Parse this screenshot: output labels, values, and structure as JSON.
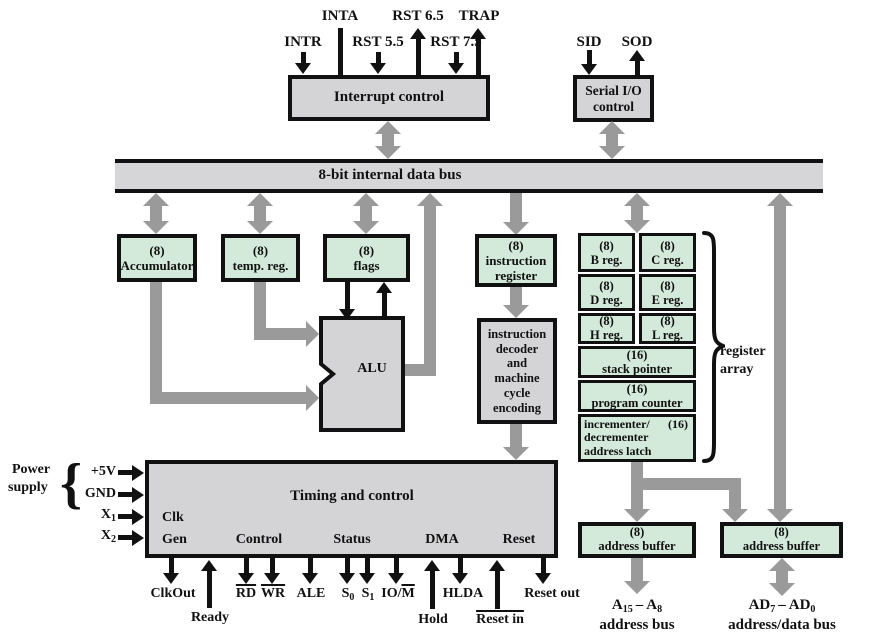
{
  "diagram": {
    "top": {
      "intr": "INTR",
      "inta": "INTA",
      "rst55": "RST 5.5",
      "rst65": "RST 6.5",
      "rst75": "RST 7.5",
      "trap": "TRAP",
      "sid": "SID",
      "sod": "SOD",
      "interrupt_control": "Interrupt control",
      "serial_io_line1": "Serial I/O",
      "serial_io_line2": "control"
    },
    "bus": {
      "label": "8-bit internal data bus"
    },
    "registers": {
      "accumulator": {
        "size": "(8)",
        "name": "Accumulator"
      },
      "temp_reg": {
        "size": "(8)",
        "name": "temp. reg."
      },
      "flags": {
        "size": "(8)",
        "name": "flags"
      },
      "instruction_register": {
        "size": "(8)",
        "name_line1": "instruction",
        "name_line2": "register"
      },
      "alu": "ALU",
      "decoder_lines": [
        "instruction",
        "decoder",
        "and",
        "machine",
        "cycle",
        "encoding"
      ]
    },
    "register_array": {
      "label_line1": "register",
      "label_line2": "array",
      "b": {
        "size": "(8)",
        "name": "B reg."
      },
      "c": {
        "size": "(8)",
        "name": "C reg."
      },
      "d": {
        "size": "(8)",
        "name": "D reg."
      },
      "e": {
        "size": "(8)",
        "name": "E reg."
      },
      "h": {
        "size": "(8)",
        "name": "H reg."
      },
      "l": {
        "size": "(8)",
        "name": "L reg."
      },
      "sp": {
        "size": "(16)",
        "name": "stack pointer"
      },
      "pc": {
        "size": "(16)",
        "name": "program counter"
      },
      "latch": {
        "line1": "incrementer/",
        "size": "(16)",
        "line2": "decrementer",
        "line3": "address latch"
      }
    },
    "timing": {
      "title": "Timing and control",
      "clk_line1": "Clk",
      "clk_line2": "Gen",
      "control": "Control",
      "status": "Status",
      "dma": "DMA",
      "reset": "Reset"
    },
    "power": {
      "label_line1": "Power",
      "label_line2": "supply",
      "v5": "+5V",
      "gnd": "GND",
      "x1_main": "X",
      "x1_sub": "1",
      "x2_main": "X",
      "x2_sub": "2"
    },
    "signals": {
      "clkout": "ClkOut",
      "ready": "Ready",
      "rd": "RD",
      "wr": "WR",
      "ale": "ALE",
      "s0_main": "S",
      "s0_sub": "0",
      "s1_main": "S",
      "s1_sub": "1",
      "io": "IO/",
      "m": "M",
      "hold": "Hold",
      "hlda": "HLDA",
      "reset_in": "Reset in",
      "reset_out": "Reset out"
    },
    "buffers": {
      "addr": {
        "size": "(8)",
        "name": "address buffer"
      },
      "addr_data": {
        "size": "(8)",
        "name": "address buffer"
      }
    },
    "external_buses": {
      "high": {
        "p1": "A",
        "s1": "15",
        "dash": "–",
        "p2": "A",
        "s2": "8",
        "caption": "address bus"
      },
      "low": {
        "p1": "AD",
        "s1": "7",
        "dash": "–",
        "p2": "AD",
        "s2": "0",
        "caption": "address/data bus"
      }
    },
    "colors": {
      "register_green": "#d3e9d9",
      "block_gray": "#d4d4d6",
      "arrow_gray": "#9a9a9a",
      "line_black": "#111111"
    }
  }
}
